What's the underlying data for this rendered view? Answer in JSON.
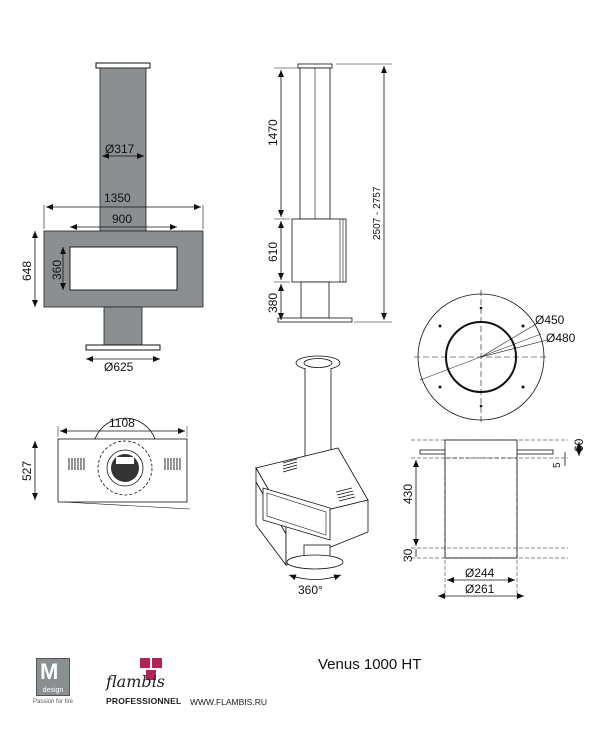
{
  "drawing": {
    "front_view": {
      "flue_diameter": "Ø317",
      "overall_width": "1350",
      "glass_width": "900",
      "body_height": "648",
      "glass_height": "360",
      "base_diameter": "Ø625"
    },
    "side_view": {
      "flue_height": "1470",
      "body_height": "610",
      "base_height": "380",
      "total_height": "2507 - 2757"
    },
    "circle_view": {
      "inner_diameter": "Ø450",
      "outer_diameter": "Ø480"
    },
    "top_view": {
      "width": "1108",
      "depth": "527"
    },
    "iso_view": {
      "rotation": "360°"
    },
    "base_section": {
      "top_plate": "60",
      "plate_thickness": "5",
      "column_height": "430",
      "bottom_height": "30",
      "inner_diameter": "Ø244",
      "outer_diameter": "Ø261"
    }
  },
  "footer": {
    "model_name": "Venus 1000 HT",
    "m_logo_letter": "M",
    "m_logo_word": "design",
    "tagline": "Passion for fire",
    "brand": "flambis",
    "brand_sub": "PROFESSIONNEL",
    "website": "WWW.FLAMBIS.RU"
  },
  "colors": {
    "steel": "#8b8f91",
    "line": "#111111",
    "brand_accent": "#b0245a"
  }
}
